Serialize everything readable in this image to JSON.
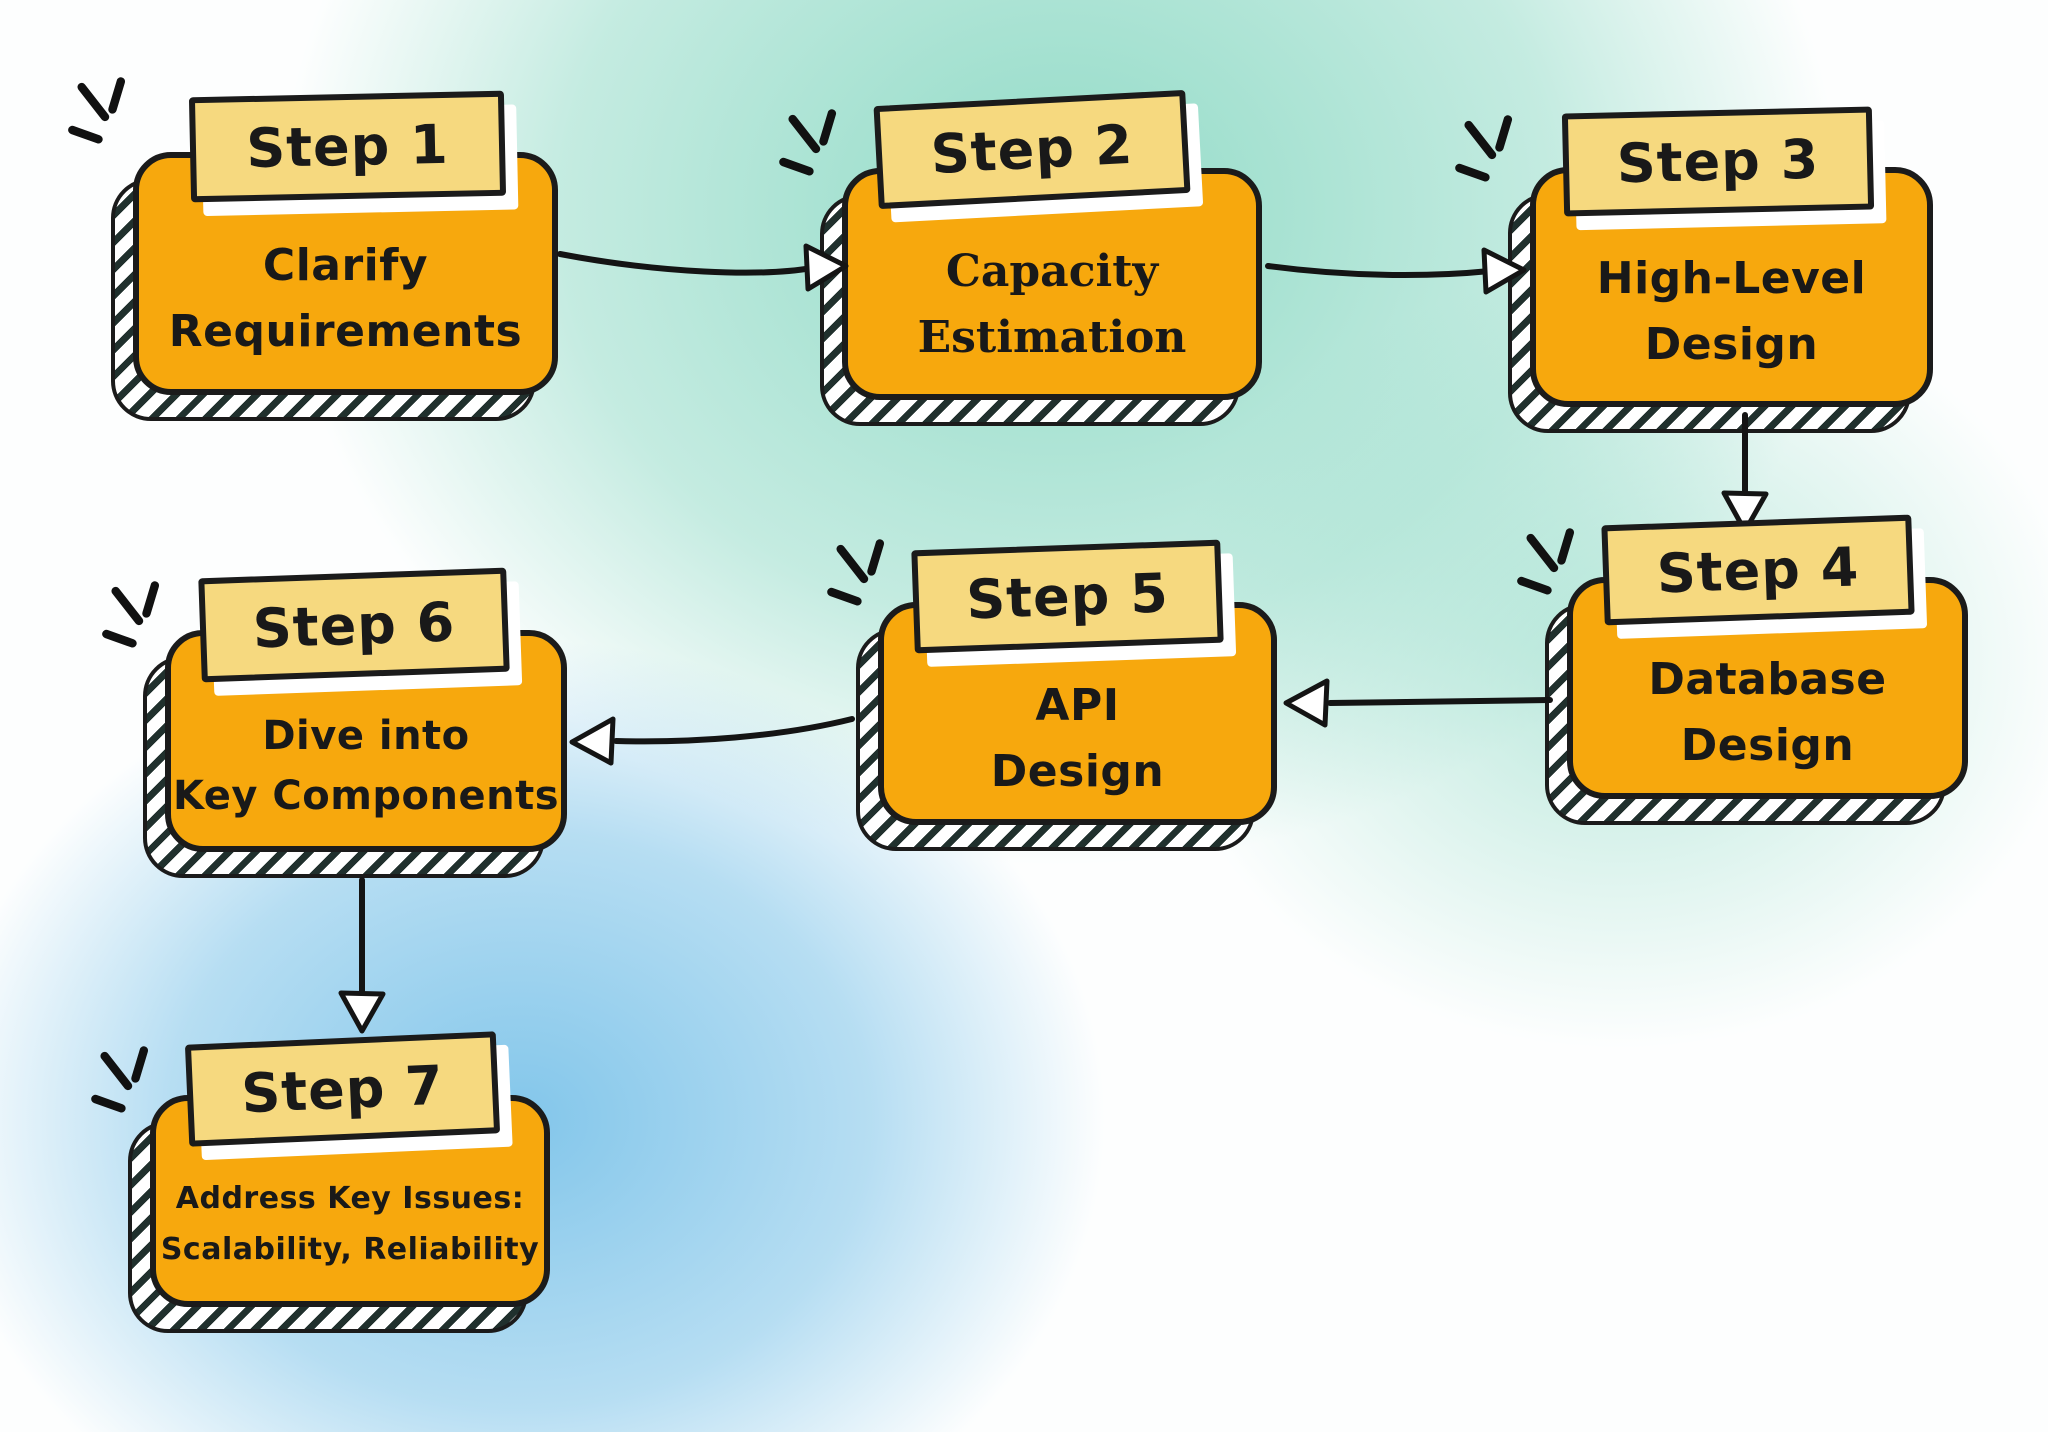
{
  "steps": [
    {
      "label": "Step 1",
      "lines": [
        "Clarify",
        "Requirements"
      ]
    },
    {
      "label": "Step 2",
      "lines": [
        "Capacity",
        "Estimation"
      ]
    },
    {
      "label": "Step 3",
      "lines": [
        "High-Level",
        "Design"
      ]
    },
    {
      "label": "Step 4",
      "lines": [
        "Database",
        "Design"
      ]
    },
    {
      "label": "Step 5",
      "lines": [
        "API",
        "Design"
      ]
    },
    {
      "label": "Step 6",
      "lines": [
        "Dive into",
        "Key Components"
      ]
    },
    {
      "label": "Step 7",
      "lines": [
        "Address Key Issues:",
        "Scalability, Reliability"
      ]
    }
  ],
  "connections": [
    {
      "from": "Step 1",
      "to": "Step 2"
    },
    {
      "from": "Step 2",
      "to": "Step 3"
    },
    {
      "from": "Step 3",
      "to": "Step 4"
    },
    {
      "from": "Step 4",
      "to": "Step 5"
    },
    {
      "from": "Step 5",
      "to": "Step 6"
    },
    {
      "from": "Step 6",
      "to": "Step 7"
    }
  ],
  "colors": {
    "box_fill": "#F7A80D",
    "label_fill": "#F6D97F",
    "outline": "#1b1b1b",
    "stripe": "#20302d",
    "text": "#191919",
    "bg_teal": "#8CD9C4",
    "bg_blue": "#7CC3E9"
  }
}
